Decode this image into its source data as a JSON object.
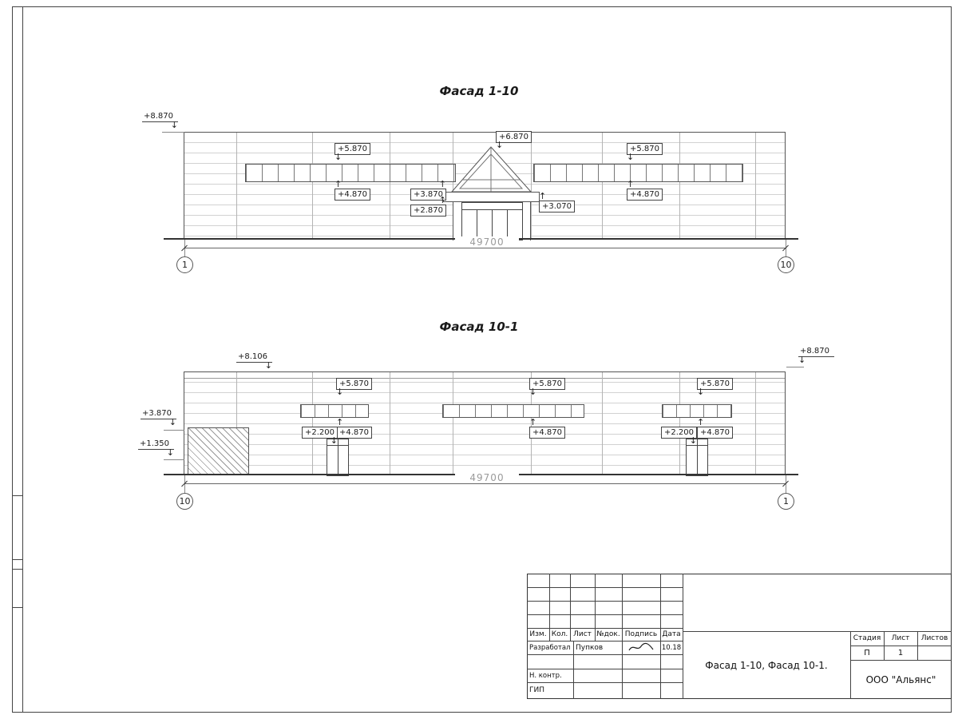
{
  "icons": {
    "arrow_down": "↓",
    "arrow_up": "↑"
  },
  "facade1": {
    "title": "Фасад 1-10",
    "marks": {
      "top_left": "+8.870",
      "apex": "+6.870",
      "win_left_top": "+5.870",
      "win_right_top": "+5.870",
      "win_left_bottom": "+4.870",
      "win_right_bottom": "+4.870",
      "canopy_top": "+3.870",
      "canopy_bottom": "+2.870",
      "canopy_right": "+3.070"
    },
    "dimension": "49700",
    "axis_left": "1",
    "axis_right": "10"
  },
  "facade2": {
    "title": "Фасад 10-1",
    "marks": {
      "parapet_left": "+8.106",
      "top_right": "+8.870",
      "wall_left_upper": "+3.870",
      "wall_left_lower": "+1.350",
      "winA_top": "+5.870",
      "winA_bottom": "+4.870",
      "doorA": "+2.200",
      "winB_top": "+5.870",
      "winB_bottom": "+4.870",
      "winC_top": "+5.870",
      "winC_bottom": "+4.870",
      "doorC": "+2.200"
    },
    "dimension": "49700",
    "axis_left": "10",
    "axis_right": "1"
  },
  "titleblock": {
    "columns": [
      "Изм.",
      "Кол.",
      "Лист",
      "№док.",
      "Подпись",
      "Дата"
    ],
    "rows": {
      "developer_label": "Разработал",
      "developer_name": "Пупков",
      "developer_date": "10.18",
      "ncontrol_label": "Н. контр.",
      "gip_label": "ГИП"
    },
    "doc_title": "Фасад 1-10, Фасад 10-1.",
    "stage_label": "Стадия",
    "sheet_label": "Лист",
    "sheets_label": "Листов",
    "stage_value": "П",
    "sheet_value": "1",
    "company": "ООО \"Альянс\""
  }
}
